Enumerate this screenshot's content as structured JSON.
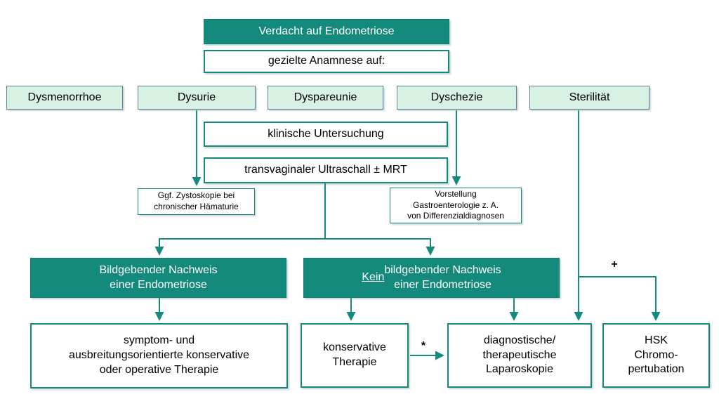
{
  "diagram": {
    "type": "flowchart",
    "language": "de",
    "topic": "Diagnostic algorithm for suspected endometriosis"
  },
  "colors": {
    "teal": "#138a7b",
    "mint_fill": "#d7f2e3",
    "mint_border": "#5e7f9f",
    "white_box": "#ffffff",
    "text_dark": "#000000",
    "text_on_teal": "#ffffff"
  },
  "nodes": {
    "verdacht": "Verdacht auf Endometriose",
    "anamnese": "gezielte Anamnese auf:",
    "dysmenorrhoe": "Dysmenorrhoe",
    "dysurie": "Dysurie",
    "dyspareunie": "Dyspareunie",
    "dyschezie": "Dyschezie",
    "sterilitaet": "Sterilität",
    "klinische_untersuchung": "klinische Untersuchung",
    "ultraschall": "transvaginaler Ultraschall ± MRT",
    "zystoskopie": "Ggf. Zystoskopie bei\nchronischer Hämaturie",
    "gastroenterologie": "Vorstellung\nGastroenterologie z. A.\nvon Differenzialdiagnosen",
    "nachweis": "Bildgebender Nachweis\neiner Endometriose",
    "kein_nachweis_prefix": "Kein",
    "kein_nachweis_rest": " bildgebender Nachweis\neiner Endometriose",
    "therapie_symptomorientiert": "symptom- und\nausbreitungsorientierte konservative\noder operative Therapie",
    "konservative_therapie": "konservative\nTherapie",
    "laparoskopie": "diagnostische/\ntherapeutische\nLaparoskopie",
    "hsk": "HSK\nChromo-\npertubation"
  },
  "connector_labels": {
    "plus": "+",
    "star": "*"
  },
  "edges": [
    {
      "from": "dysurie",
      "to": "zystoskopie"
    },
    {
      "from": "dyschezie",
      "to": "gastroenterologie"
    },
    {
      "from": "ultraschall",
      "to": "nachweis"
    },
    {
      "from": "ultraschall",
      "to": "kein_nachweis"
    },
    {
      "from": "nachweis",
      "to": "therapie_symptomorientiert"
    },
    {
      "from": "kein_nachweis",
      "to": "konservative_therapie"
    },
    {
      "from": "kein_nachweis",
      "to": "laparoskopie"
    },
    {
      "from": "konservative_therapie",
      "to": "laparoskopie",
      "label": "*"
    },
    {
      "from": "sterilitaet",
      "to": "laparoskopie"
    },
    {
      "from": "sterilitaet",
      "to": "hsk",
      "label": "+"
    }
  ]
}
